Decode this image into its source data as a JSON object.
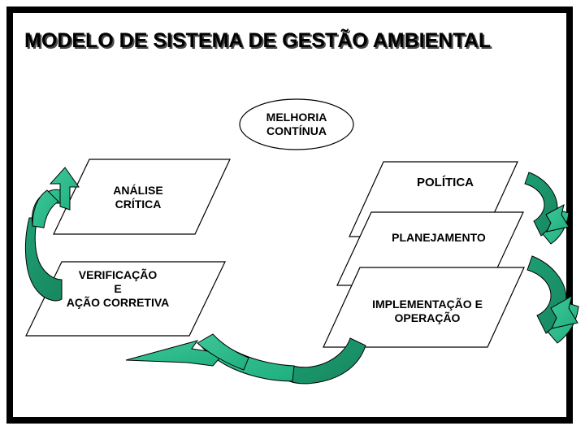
{
  "page": {
    "title": "MODELO DE SISTEMA DE GESTÃO AMBIENTAL",
    "background_color": "#FFFFFF",
    "frame_color": "#000000"
  },
  "diagram": {
    "type": "cycle-diagram",
    "center_node": {
      "shape": "ellipse",
      "label": "MELHORIA\nCONTÍNUA"
    },
    "nodes": [
      {
        "id": "politica",
        "shape": "parallelogram",
        "side": "right",
        "order": 1,
        "label": "POLÍTICA"
      },
      {
        "id": "planejamento",
        "shape": "parallelogram",
        "side": "right",
        "order": 2,
        "label": "PLANEJAMENTO"
      },
      {
        "id": "implementacao",
        "shape": "parallelogram",
        "side": "right",
        "order": 3,
        "label": "IMPLEMENTAÇÃO  E\nOPERAÇÃO"
      },
      {
        "id": "verificacao",
        "shape": "parallelogram",
        "side": "left",
        "order": 4,
        "label": "VERIFICAÇÃO\nE\nAÇÃO CORRETIVA"
      },
      {
        "id": "analise",
        "shape": "parallelogram",
        "side": "left",
        "order": 5,
        "label": "ANÁLISE\nCRÍTICA"
      }
    ],
    "arrows": [
      {
        "id": "arrow-right-upper",
        "direction": "down",
        "position": "right",
        "from": "politica",
        "to": "planejamento"
      },
      {
        "id": "arrow-right-lower",
        "direction": "down",
        "position": "right",
        "from": "planejamento",
        "to": "implementacao"
      },
      {
        "id": "arrow-bottom",
        "direction": "left",
        "position": "bottom",
        "from": "implementacao",
        "to": "verificacao"
      },
      {
        "id": "arrow-left",
        "direction": "up",
        "position": "left",
        "from": "verificacao",
        "to": "analise"
      }
    ],
    "colors": {
      "arrow_light_green": "#2BBC8A",
      "arrow_dark_green": "#1B9C6F",
      "outline": "#000000",
      "shape_fill": "#FFFFFF",
      "text": "#000000"
    }
  }
}
